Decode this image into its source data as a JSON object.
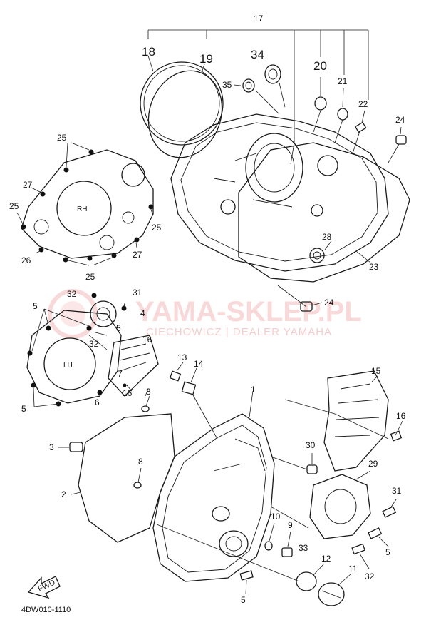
{
  "diagram": {
    "reference_code": "4DW010-1110",
    "fwd_label": "FWD",
    "panel_labels": {
      "rh": "RH",
      "lh": "LH"
    },
    "watermark": {
      "title": "YAMA-SKLEP.PL",
      "subtitle": "CIECHOWICZ | DEALER YAMAHA"
    },
    "callouts": [
      {
        "id": "c17",
        "text": "17",
        "big": false
      },
      {
        "id": "c18",
        "text": "18",
        "big": true
      },
      {
        "id": "c19",
        "text": "19",
        "big": true
      },
      {
        "id": "c34",
        "text": "34",
        "big": true
      },
      {
        "id": "c20",
        "text": "20",
        "big": true
      },
      {
        "id": "c21",
        "text": "21",
        "big": false
      },
      {
        "id": "c22",
        "text": "22",
        "big": false
      },
      {
        "id": "c35",
        "text": "35",
        "big": false
      },
      {
        "id": "c24a",
        "text": "24",
        "big": false
      },
      {
        "id": "c25a",
        "text": "25",
        "big": false
      },
      {
        "id": "c27a",
        "text": "27",
        "big": false
      },
      {
        "id": "c25b",
        "text": "25",
        "big": false
      },
      {
        "id": "c25c",
        "text": "25",
        "big": false
      },
      {
        "id": "c26",
        "text": "26",
        "big": false
      },
      {
        "id": "c27b",
        "text": "27",
        "big": false
      },
      {
        "id": "c25d",
        "text": "25",
        "big": false
      },
      {
        "id": "c28",
        "text": "28",
        "big": false
      },
      {
        "id": "c23",
        "text": "23",
        "big": false
      },
      {
        "id": "c24b",
        "text": "24",
        "big": false
      },
      {
        "id": "c32a",
        "text": "32",
        "big": false
      },
      {
        "id": "c31a",
        "text": "31",
        "big": false
      },
      {
        "id": "c5a",
        "text": "5",
        "big": false
      },
      {
        "id": "c4",
        "text": "4",
        "big": false
      },
      {
        "id": "c5b",
        "text": "5",
        "big": false
      },
      {
        "id": "c32b",
        "text": "32",
        "big": false
      },
      {
        "id": "c16a",
        "text": "16",
        "big": false
      },
      {
        "id": "c7",
        "text": "7",
        "big": false
      },
      {
        "id": "c5c",
        "text": "5",
        "big": false
      },
      {
        "id": "c6",
        "text": "6",
        "big": false
      },
      {
        "id": "c16b",
        "text": "16",
        "big": false
      },
      {
        "id": "c8a",
        "text": "8",
        "big": false
      },
      {
        "id": "c13",
        "text": "13",
        "big": false
      },
      {
        "id": "c14",
        "text": "14",
        "big": false
      },
      {
        "id": "c1",
        "text": "1",
        "big": false
      },
      {
        "id": "c15",
        "text": "15",
        "big": false
      },
      {
        "id": "c16c",
        "text": "16",
        "big": false
      },
      {
        "id": "c3",
        "text": "3",
        "big": false
      },
      {
        "id": "c8b",
        "text": "8",
        "big": false
      },
      {
        "id": "c30",
        "text": "30",
        "big": false
      },
      {
        "id": "c29",
        "text": "29",
        "big": false
      },
      {
        "id": "c2",
        "text": "2",
        "big": false
      },
      {
        "id": "c31b",
        "text": "31",
        "big": false
      },
      {
        "id": "c10",
        "text": "10",
        "big": false
      },
      {
        "id": "c9",
        "text": "9",
        "big": false
      },
      {
        "id": "c33",
        "text": "33",
        "big": false
      },
      {
        "id": "c5d",
        "text": "5",
        "big": false
      },
      {
        "id": "c12",
        "text": "12",
        "big": false
      },
      {
        "id": "c11",
        "text": "11",
        "big": false
      },
      {
        "id": "c32c",
        "text": "32",
        "big": false
      },
      {
        "id": "c5e",
        "text": "5",
        "big": false
      }
    ]
  }
}
